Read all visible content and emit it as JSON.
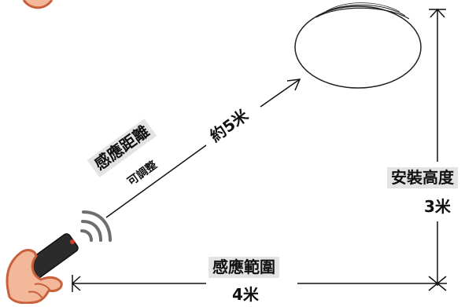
{
  "sensing_distance": {
    "title": "感應距離",
    "subtitle": "可調整",
    "value": "約5米"
  },
  "install_height": {
    "title": "安裝高度",
    "value": "3米"
  },
  "sensing_range": {
    "title": "感應範圍",
    "value": "4米"
  },
  "colors": {
    "line": "#111111",
    "label_bg": "#e3e3e3",
    "lamp_fill": "#ffffff",
    "skin": "#f3b79a",
    "remote": "#2b2b2b",
    "remote_led": "#d23a2a"
  }
}
